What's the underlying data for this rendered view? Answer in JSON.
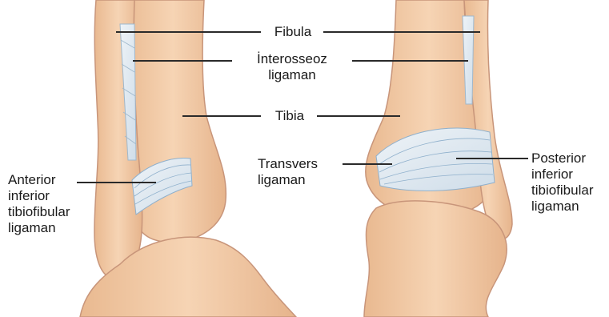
{
  "labels": {
    "fibula": "Fibula",
    "interosseous": [
      "İnterosseoz",
      "ligaman"
    ],
    "tibia": "Tibia",
    "transverse": [
      "Transvers",
      "ligaman"
    ],
    "anterior": [
      "Anterior",
      "inferior",
      "tibiofibular",
      "ligaman"
    ],
    "posterior": [
      "Posterior",
      "inferior",
      "tibiofibular",
      "ligaman"
    ]
  },
  "colors": {
    "bone": "#f2c9a4",
    "bone_outline": "#c8957a",
    "ligament": "#dde8f0",
    "ligament_line": "#8fb0cc",
    "leader": "#2a2a2a",
    "text": "#1a1a1a"
  }
}
